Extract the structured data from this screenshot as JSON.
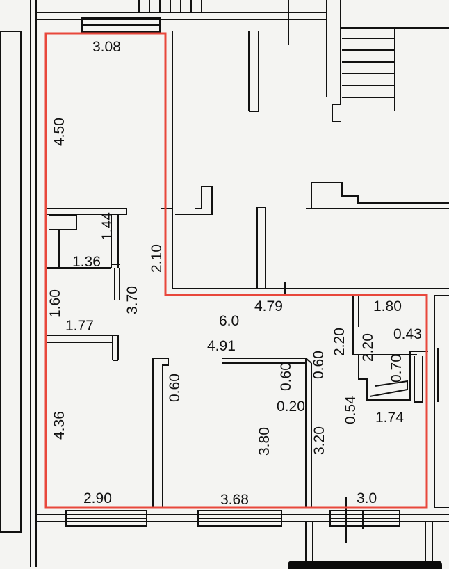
{
  "outline_color": "#e8473c",
  "line_color": "#111111",
  "background_color": "#f4f4f2",
  "dims": {
    "d308": "3.08",
    "d450": "4.50",
    "d144": "1.44",
    "d136": "1.36",
    "d210": "2.10",
    "d370": "3.70",
    "d160": "1.60",
    "d177": "1.77",
    "d60": "6.0",
    "d479": "4.79",
    "d180": "1.80",
    "d220a": "2.20",
    "d220b": "2.20",
    "d043": "0.43",
    "d491": "4.91",
    "d060a": "0.60",
    "d060b": "0.60",
    "d060c": "0.60",
    "d070": "0.70",
    "d020": "0.20",
    "d054": "0.54",
    "d174": "1.74",
    "d436": "4.36",
    "d380": "3.80",
    "d320": "3.20",
    "d290": "2.90",
    "d368": "3.68",
    "d30": "3.0"
  }
}
